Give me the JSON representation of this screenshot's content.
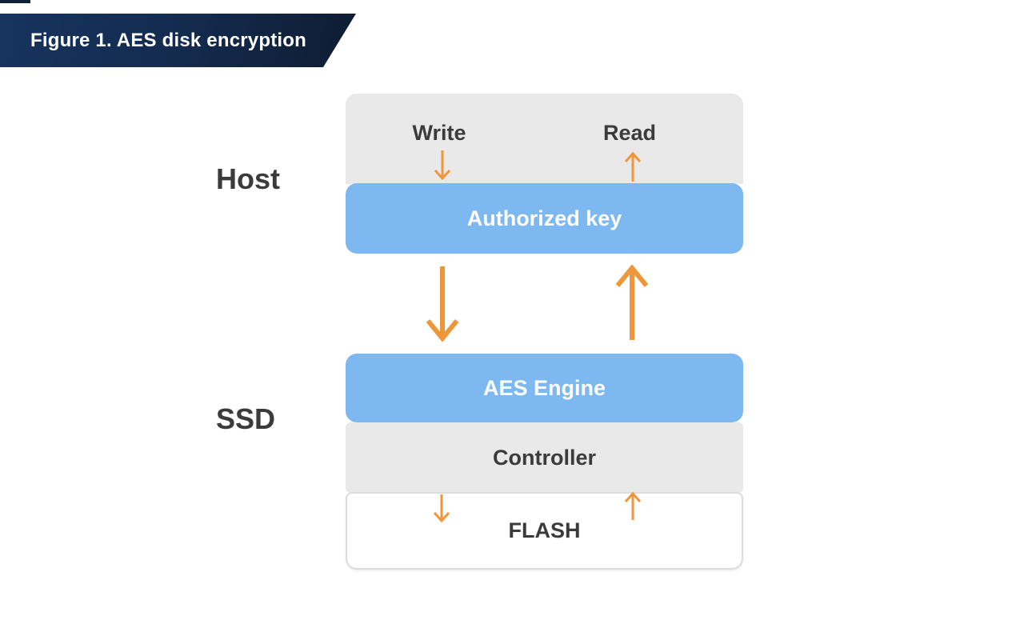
{
  "banner": {
    "title": "Figure 1. AES disk encryption"
  },
  "labels": {
    "host": "Host",
    "ssd": "SSD"
  },
  "host": {
    "write_label": "Write",
    "read_label": "Read",
    "authorized_key_label": "Authorized key"
  },
  "ssd": {
    "aes_engine_label": "AES Engine",
    "controller_label": "Controller",
    "flash_label": "FLASH"
  },
  "icons": {
    "write_arrow": "down-arrow",
    "read_arrow": "up-arrow",
    "host_to_ssd_arrow": "down-arrow",
    "ssd_to_host_arrow": "up-arrow",
    "controller_to_flash_arrow": "down-arrow",
    "flash_to_controller_arrow": "up-arrow"
  },
  "colors": {
    "banner_navy_left": "#17345f",
    "banner_navy_right": "#0e1c31",
    "box_blue": "#7db9f0",
    "box_gray": "#e9e9e9",
    "arrow_orange": "#f0963a",
    "text_dark": "#3b3b3b",
    "text_white": "#ffffff",
    "flash_border": "#dcdcdc",
    "background": "#ffffff"
  }
}
